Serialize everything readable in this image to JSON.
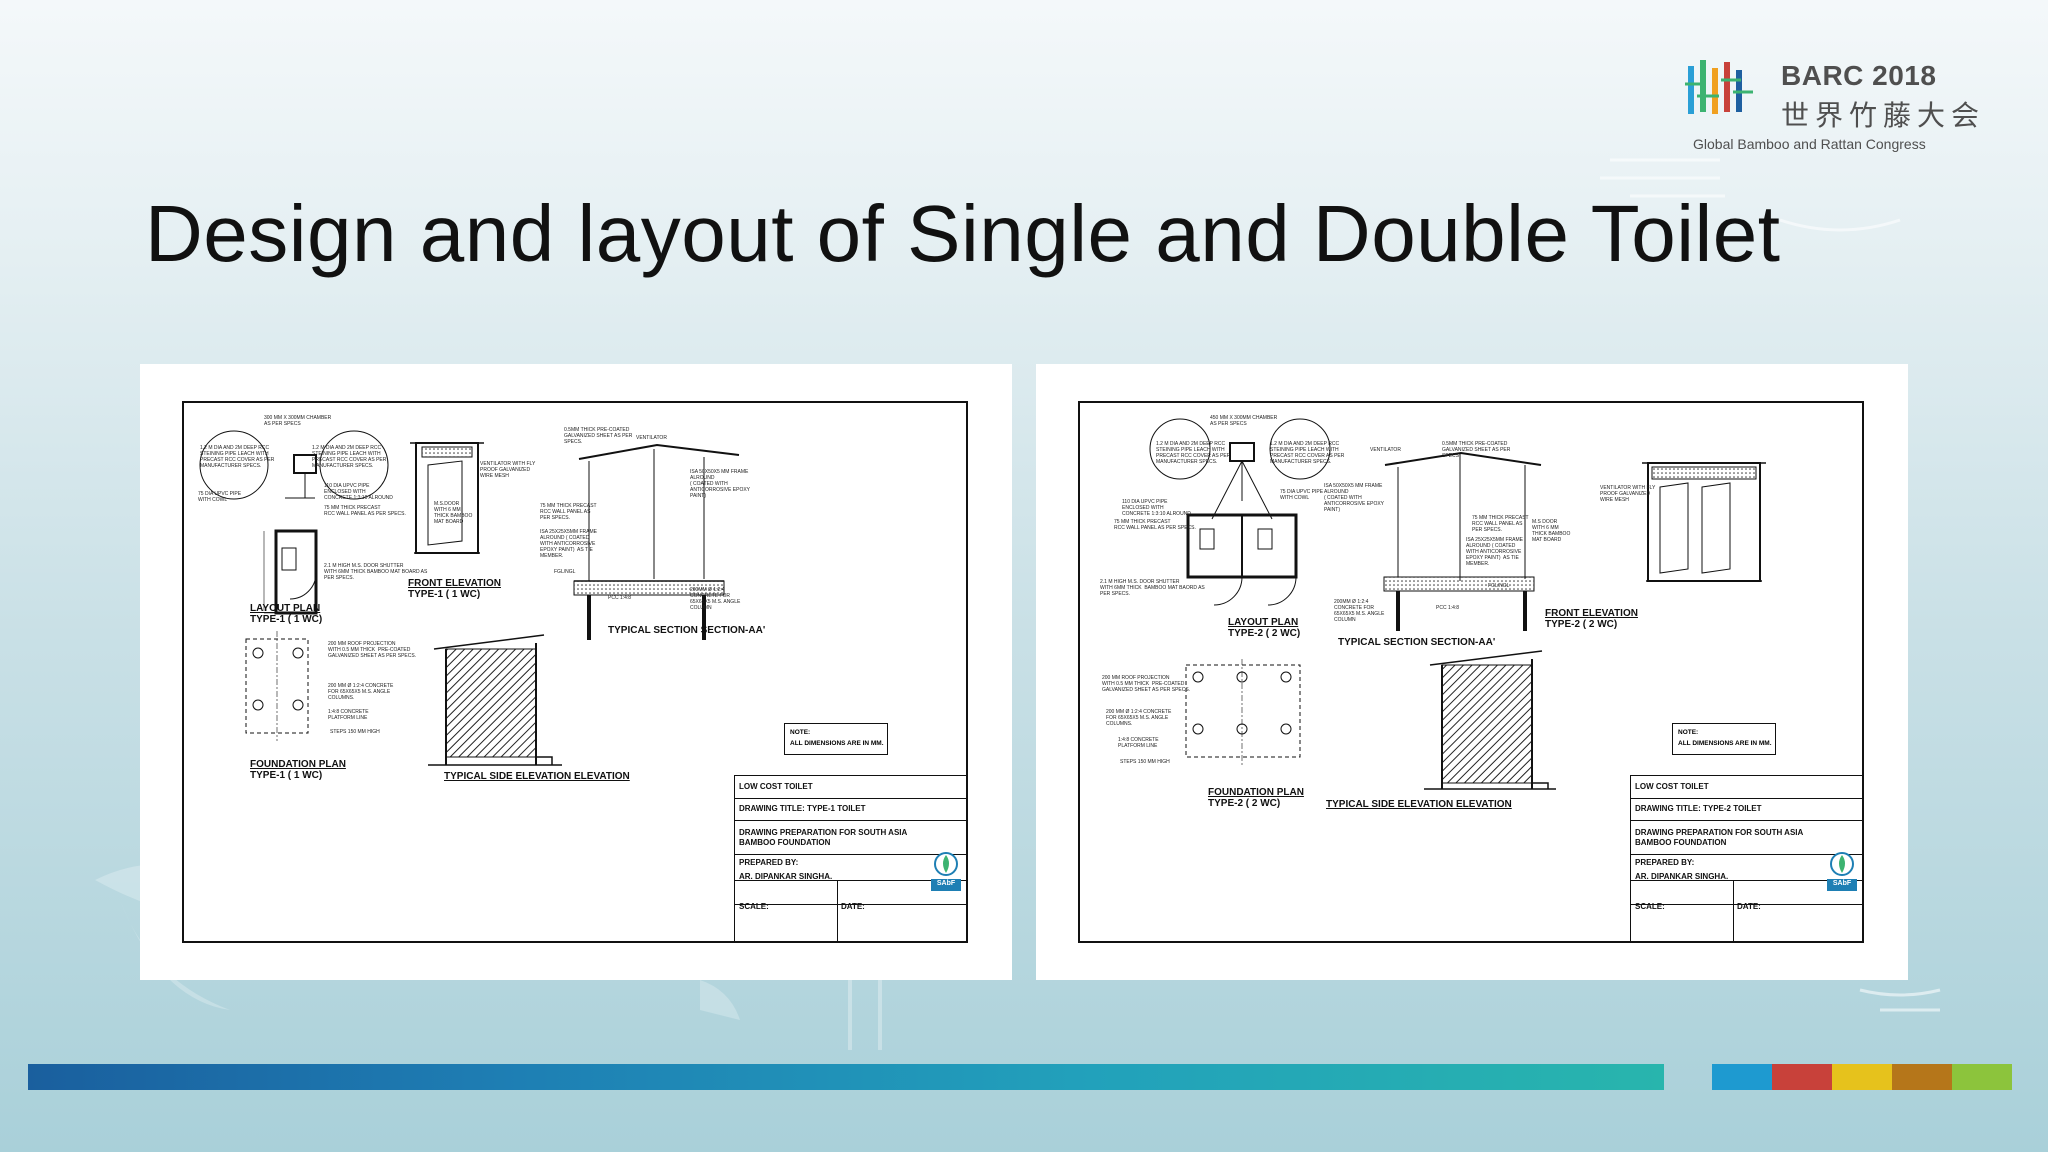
{
  "brand": {
    "title": "BARC 2018",
    "chinese": "世界竹藤大会",
    "subtitle": "Global Bamboo and Rattan Congress",
    "colors": [
      "#2a9fd6",
      "#3cb371",
      "#f0a020",
      "#c8413a",
      "#1e5fa0"
    ]
  },
  "slide": {
    "title": "Design and layout of Single and Double Toilet"
  },
  "drawings": [
    {
      "layout_plan": "LAYOUT PLAN",
      "layout_type": "TYPE-1 ( 1 WC)",
      "front_elevation": "FRONT ELEVATION",
      "front_type": "TYPE-1 ( 1 WC)",
      "section": "TYPICAL SECTION SECTION-AA'",
      "foundation_plan": "FOUNDATION PLAN",
      "foundation_type": "TYPE-1 ( 1 WC)",
      "side_elevation": "TYPICAL SIDE ELEVATION ELEVATION",
      "note_line1": "NOTE:",
      "note_line2": "ALL DIMENSIONS ARE IN MM.",
      "project": "LOW COST TOILET",
      "drawing_title": "DRAWING TITLE:  TYPE-1 TOILET",
      "prep_line1": "DRAWING PREPARATION FOR SOUTH ASIA",
      "prep_line2": "BAMBOO FOUNDATION",
      "prepared_by": "PREPARED BY:",
      "author": "AR. DIPANKAR SINGHA.",
      "scale": "SCALE:",
      "date": "DATE:",
      "logo_text": "SAbF",
      "notes": {
        "chamber": "300 MM X 300MM CHAMBER\nAS PER SPECS",
        "pit_left": "1.2 M DIA AND 2M DEEP RCC\nSTEINING PIPE LEACH WITH\nPRECAST RCC COVER AS PER\nMANUFACTURER SPECS.",
        "pit_right": "1.2 M DIA AND 2M DEEP RCC\nSTEINING PIPE LEACH WITH\nPRECAST RCC COVER AS PER\nMANUFACTURER SPECS.",
        "pipe": "110 DIA UPVC PIPE\nENCLOSED WITH\nCONCRETE 1:3:10 ALROUND",
        "pipe_left": "75 DIA UPVC PIPE\nWITH COWL",
        "panel": "75 MM THICK PRECAST\nRCC WALL PANEL AS PER SPECS.",
        "door": "2.1 M HIGH M.S. DOOR SHUTTER\nWITH 6MM THICK BAMBOO MAT BOARD AS\nPER SPECS.",
        "ms_door": "M.S.DOOR\nWITH 6 MM\nTHICK BAMBOO\nMAT BOARD",
        "ventilator": "VENTILATOR WITH FLY\nPROOF GALVANIZED\nWIRE MESH",
        "sheet": "0.5MM THICK PRE-COATED\nGALVANIZED SHEET AS PER\nSPECS.",
        "vent_label": "VENTILATOR",
        "frame": "ISA 50X50X5 MM FRAME\nALROUND\n( COATED WITH\nANTICORROSIVE EPOXY\nPAINT)",
        "section_panel": "75 MM THICK PRECAST\nRCC WALL PANEL AS\nPER SPECS.",
        "tie": "ISA 25X25X5MM FRAME\nALROUND ( COATED\nWITH ANTICORROSIVE\nEPOXY PAINT)  AS TIE\nMEMBER.",
        "column": "200MM Ø 1:2:4\nCONCRETE FOR\n65X65X5 M.S. ANGLE\nCOLUMN",
        "pcc": "PCC 1:4:8",
        "fgl": "FGL/NGL",
        "roof": "200 MM ROOF PROJECTION\nWITH 0.5 MM THICK  PRE-COATED\nGALVANIZED SHEET AS PER SPECS.",
        "footing": "200 MM Ø 1:2:4 CONCRETE\nFOR 65X65X5 M.S. ANGLE\nCOLUMNS.",
        "platform": "1:4:8 CONCRETE\nPLATFORM LINE",
        "steps": "STEPS 150 MM HIGH"
      }
    },
    {
      "layout_plan": "LAYOUT PLAN",
      "layout_type": "TYPE-2 ( 2 WC)",
      "front_elevation": "FRONT ELEVATION",
      "front_type": "TYPE-2 ( 2 WC)",
      "section": "TYPICAL SECTION SECTION-AA'",
      "foundation_plan": "FOUNDATION PLAN",
      "foundation_type": "TYPE-2 ( 2 WC)",
      "side_elevation": "TYPICAL SIDE ELEVATION ELEVATION",
      "note_line1": "NOTE:",
      "note_line2": "ALL DIMENSIONS ARE IN MM.",
      "project": "LOW COST TOILET",
      "drawing_title": "DRAWING TITLE:  TYPE-2 TOILET",
      "prep_line1": "DRAWING PREPARATION FOR SOUTH ASIA",
      "prep_line2": "BAMBOO FOUNDATION",
      "prepared_by": "PREPARED BY:",
      "author": "AR. DIPANKAR SINGHA.",
      "scale": "SCALE:",
      "date": "DATE:",
      "logo_text": "SAbF",
      "notes": {
        "chamber": "450 MM X 300MM CHAMBER\nAS PER SPECS",
        "pit_left": "1.2 M DIA AND 2M DEEP RCC\nSTEINING PIPE LEACH WITH\nPRECAST RCC COVER AS PER\nMANUFACTURER SPECS.",
        "pit_right": "1.2 M DIA AND 2M DEEP RCC\nSTEINING PIPE LEACH WITH\nPRECAST RCC COVER AS PER\nMANUFACTURER SPECS.",
        "pipe": "110 DIA UPVC PIPE\nENCLOSED WITH\nCONCRETE 1:3:10 ALROUND",
        "pipe_left": "75 DIA UPVC PIPE\nWITH COWL",
        "panel": "75 MM THICK PRECAST\nRCC WALL PANEL AS PER SPECS.",
        "door": "2.1 M HIGH M.S. DOOR SHUTTER\nWITH 6MM THICK  BAMBOO MAT BAORD AS\nPER SPECS.",
        "ms_door": "M.S DOOR\nWITH 6 MM\nTHICK BAMBOO\nMAT BOARD",
        "ventilator": "VENTILATOR WITH FLY\nPROOF GALVANIZED\nWIRE MESH",
        "sheet": "0.5MM THICK PRE-COATED\nGALVANIZED SHEET AS PER\nSPECS.",
        "vent_label": "VENTILATOR",
        "frame": "ISA 50X50X5 MM FRAME\nALROUND\n( COATED WITH\nANTICORROSIVE EPOXY\nPAINT)",
        "section_panel": "75 MM THICK PRECAST\nRCC WALL PANEL AS\nPER SPECS.",
        "tie": "ISA 25X25X5MM FRAME\nALROUND ( COATED\nWITH ANTICORROSIVE\nEPOXY PAINT)  AS TIE\nMEMBER.",
        "column": "200MM Ø 1:2:4\nCONCRETE FOR\n65X65X5 M.S. ANGLE\nCOLUMN",
        "pcc": "PCC 1:4:8",
        "fgl": "FGL/NGL",
        "roof": "200 MM ROOF PROJECTION\nWITH 0.5 MM THICK  PRE-COATED\nGALVANIZED SHEET AS PER SPECS.",
        "footing": "200 MM Ø 1:2:4 CONCRETE\nFOR 65X65X5 M.S. ANGLE\nCOLUMNS.",
        "platform": "1:4:8 CONCRETE\nPLATFORM LINE",
        "steps": "STEPS 150 MM HIGH"
      }
    }
  ],
  "footer": {
    "swatches": [
      "#1e9ad0",
      "#c8413a",
      "#e6c21c",
      "#b5761a",
      "#8cc43c"
    ]
  }
}
